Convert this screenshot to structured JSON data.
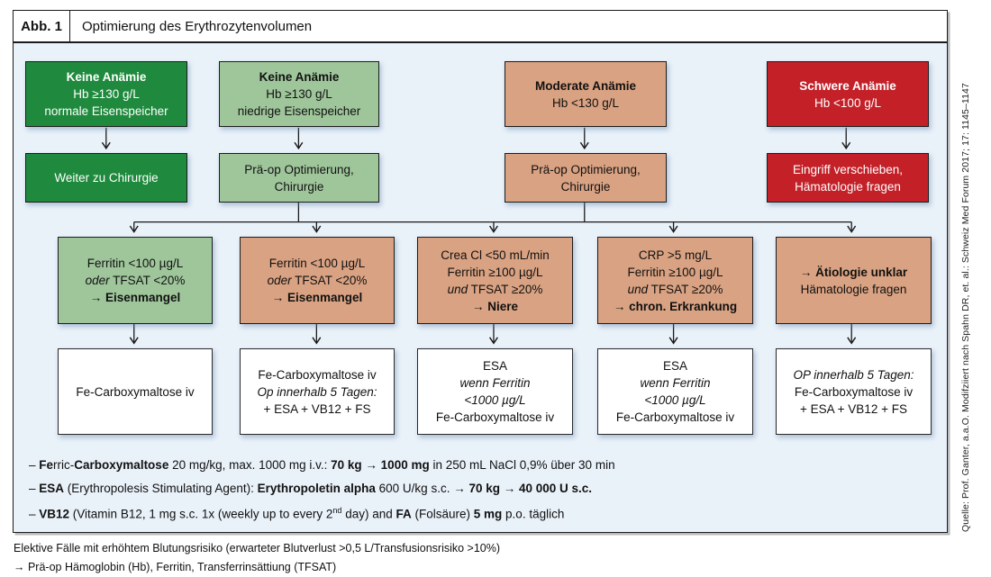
{
  "figure": {
    "label": "Abb. 1",
    "title": "Optimierung des Erythrozytenvolumen"
  },
  "colors": {
    "no_anemia_green": "#1f8a3d",
    "low_iron_light_green": "#9fc69b",
    "moderate_anemia_salmon": "#d9a282",
    "severe_anemia_red": "#c32028",
    "panel_background": "#e9f1f9"
  },
  "boxes": {
    "t1c1": {
      "lines": [
        [
          {
            "t": "Keine Anämie",
            "b": true
          }
        ],
        [
          {
            "t": "Hb ≥130 g/L"
          }
        ],
        [
          {
            "t": "normale Eisenspeicher"
          }
        ]
      ]
    },
    "t1c2": {
      "lines": [
        [
          {
            "t": "Keine Anämie",
            "b": true
          }
        ],
        [
          {
            "t": "Hb ≥130 g/L"
          }
        ],
        [
          {
            "t": "niedrige Eisenspeicher"
          }
        ]
      ]
    },
    "t1c3": {
      "lines": [
        [
          {
            "t": "Moderate Anämie",
            "b": true
          }
        ],
        [
          {
            "t": "Hb <130 g/L"
          }
        ]
      ]
    },
    "t1c4": {
      "lines": [
        [
          {
            "t": "Schwere Anämie",
            "b": true
          }
        ],
        [
          {
            "t": "Hb <100 g/L"
          }
        ]
      ]
    },
    "t2c1": {
      "lines": [
        [
          {
            "t": "Weiter zu Chirurgie"
          }
        ]
      ]
    },
    "t2c2": {
      "lines": [
        [
          {
            "t": "Prä-op Optimierung,"
          }
        ],
        [
          {
            "t": "Chirurgie"
          }
        ]
      ]
    },
    "t2c3": {
      "lines": [
        [
          {
            "t": "Prä-op Optimierung,"
          }
        ],
        [
          {
            "t": "Chirurgie"
          }
        ]
      ]
    },
    "t2c4": {
      "lines": [
        [
          {
            "t": "Eingriff verschieben,"
          }
        ],
        [
          {
            "t": "Hämatologie fragen"
          }
        ]
      ]
    },
    "t3b1": {
      "lines": [
        [
          {
            "t": "Ferritin <100 µg/L"
          }
        ],
        [
          {
            "t": "oder",
            "i": true
          },
          {
            "t": " TFSAT <20%"
          }
        ],
        [
          {
            "t": "→ Eisenmangel",
            "b": true
          }
        ]
      ]
    },
    "t3b2": {
      "lines": [
        [
          {
            "t": "Ferritin <100 µg/L"
          }
        ],
        [
          {
            "t": "oder",
            "i": true
          },
          {
            "t": " TFSAT <20%"
          }
        ],
        [
          {
            "t": "→ Eisenmangel",
            "b": true
          }
        ]
      ]
    },
    "t3b3": {
      "lines": [
        [
          {
            "t": "Crea Cl <50 mL/min"
          }
        ],
        [
          {
            "t": "Ferritin ≥100 µg/L"
          }
        ],
        [
          {
            "t": "und",
            "i": true
          },
          {
            "t": " TFSAT ≥20%"
          }
        ],
        [
          {
            "t": "→ Niere",
            "b": true
          }
        ]
      ]
    },
    "t3b4": {
      "lines": [
        [
          {
            "t": "CRP >5 mg/L"
          }
        ],
        [
          {
            "t": "Ferritin ≥100 µg/L"
          }
        ],
        [
          {
            "t": "und",
            "i": true
          },
          {
            "t": " TFSAT ≥20%"
          }
        ],
        [
          {
            "t": "→ chron. Erkrankung",
            "b": true
          }
        ]
      ]
    },
    "t3b5": {
      "lines": [
        [
          {
            "t": "→ Ätiologie unklar",
            "b": true
          }
        ],
        [
          {
            "t": "Hämatologie fragen"
          }
        ]
      ]
    },
    "t4b1": {
      "lines": [
        [
          {
            "t": "Fe-Carboxymaltose iv"
          }
        ]
      ]
    },
    "t4b2": {
      "lines": [
        [
          {
            "t": "Fe-Carboxymaltose iv"
          }
        ],
        [
          {
            "t": "Op innerhalb 5 Tagen:",
            "i": true
          }
        ],
        [
          {
            "t": "+ ESA + VB12 + FS"
          }
        ]
      ]
    },
    "t4b3": {
      "lines": [
        [
          {
            "t": "ESA"
          }
        ],
        [
          {
            "t": "wenn Ferritin",
            "i": true
          }
        ],
        [
          {
            "t": "<1000 µg/L",
            "i": true
          }
        ],
        [
          {
            "t": "Fe-Carboxymaltose iv"
          }
        ]
      ]
    },
    "t4b4": {
      "lines": [
        [
          {
            "t": "ESA"
          }
        ],
        [
          {
            "t": "wenn Ferritin",
            "i": true
          }
        ],
        [
          {
            "t": "<1000 µg/L",
            "i": true
          }
        ],
        [
          {
            "t": "Fe-Carboxymaltose iv"
          }
        ]
      ]
    },
    "t4b5": {
      "lines": [
        [
          {
            "t": "OP innerhalb 5 Tagen:",
            "i": true
          }
        ],
        [
          {
            "t": "Fe-Carboxymaltose iv"
          }
        ],
        [
          {
            "t": "+ ESA + VB12 + FS"
          }
        ]
      ]
    }
  },
  "notes": {
    "lines": [
      [
        {
          "t": "– "
        },
        {
          "t": "Fe",
          "b": true
        },
        {
          "t": "rric-"
        },
        {
          "t": "Carboxymaltose",
          "b": true
        },
        {
          "t": " 20 mg/kg, max. 1000 mg i.v.: "
        },
        {
          "t": "70 kg → 1000 mg",
          "b": true
        },
        {
          "t": " in 250 mL NaCl 0,9% über 30 min"
        }
      ],
      [
        {
          "t": "– "
        },
        {
          "t": "ESA",
          "b": true
        },
        {
          "t": " (Erythropolesis Stimulating Agent): "
        },
        {
          "t": "Erythropoletin alpha",
          "b": true
        },
        {
          "t": " 600 U/kg s.c. "
        },
        {
          "t": "→ 70 kg → 40 000 U s.c.",
          "b": true
        }
      ],
      [
        {
          "t": "– "
        },
        {
          "t": "VB12",
          "b": true
        },
        {
          "t": " (Vitamin B12, 1 mg s.c. 1x (weekly up to every 2"
        },
        {
          "t": "nd",
          "sup": true
        },
        {
          "t": " day) and "
        },
        {
          "t": "FA",
          "b": true
        },
        {
          "t": " (Folsäure) "
        },
        {
          "t": "5 mg",
          "b": true
        },
        {
          "t": " p.o. täglich"
        }
      ]
    ]
  },
  "source": {
    "text": "Quelle: Prof. Ganter, a.a.O. Modifziiert nach Spahn DR, et. al.: Schweiz Med Forum 2017; 17: 1145–1147"
  },
  "footer": {
    "line1": "Elektive Fälle mit erhöhtem Blutungsrisiko (erwarteter Blutverlust >0,5 L/Transfusionsrisiko >10%)",
    "line2": "→ Prä-op Hämoglobin (Hb), Ferritin, Transferrinsättiung (TFSAT)"
  }
}
